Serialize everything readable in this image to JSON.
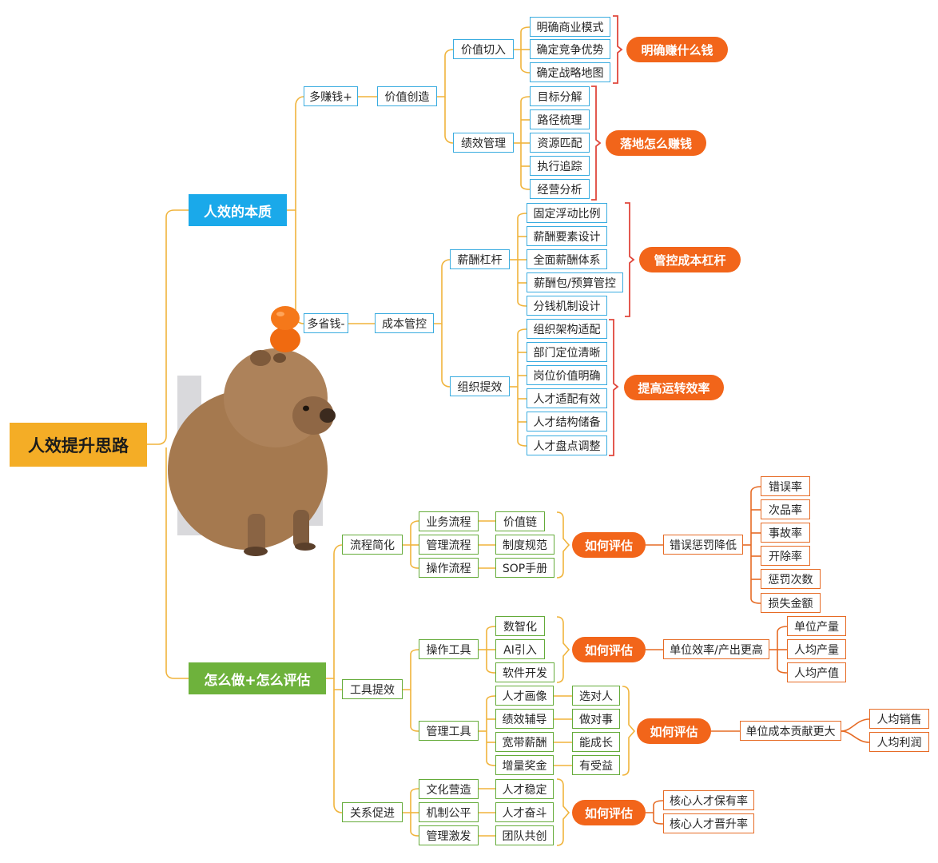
{
  "root": "人效提升思路",
  "branches": {
    "essence": "人效的本质",
    "how": "怎么做+怎么评估"
  },
  "essence": {
    "earn_more": "多赚钱+",
    "value_creation": "价值创造",
    "value_entry": "价值切入",
    "value_entry_items": [
      "明确商业模式",
      "确定竞争优势",
      "确定战略地图"
    ],
    "value_entry_result": "明确赚什么钱",
    "performance": "绩效管理",
    "performance_items": [
      "目标分解",
      "路径梳理",
      "资源匹配",
      "执行追踪",
      "经营分析"
    ],
    "performance_result": "落地怎么赚钱",
    "save_more": "多省钱-",
    "cost_control": "成本管控",
    "salary_lever": "薪酬杠杆",
    "salary_items": [
      "固定浮动比例",
      "薪酬要素设计",
      "全面薪酬体系",
      "薪酬包/预算管控",
      "分钱机制设计"
    ],
    "salary_result": "管控成本杠杆",
    "org_efficiency": "组织提效",
    "org_items": [
      "组织架构适配",
      "部门定位清晰",
      "岗位价值明确",
      "人才适配有效",
      "人才结构储备",
      "人才盘点调整"
    ],
    "org_result": "提高运转效率"
  },
  "how": {
    "eval_label": "如何评估",
    "process": {
      "label": "流程简化",
      "kinds": [
        "业务流程",
        "管理流程",
        "操作流程"
      ],
      "focus": [
        "价值链",
        "制度规范",
        "SOP手册"
      ],
      "metric": "错误惩罚降低",
      "metrics": [
        "错误率",
        "次品率",
        "事故率",
        "开除率",
        "惩罚次数",
        "损失金额"
      ]
    },
    "tools": {
      "label": "工具提效",
      "ops_tools": "操作工具",
      "ops_items": [
        "数智化",
        "AI引入",
        "软件开发"
      ],
      "ops_metric": "单位效率/产出更高",
      "ops_metrics": [
        "单位产量",
        "人均产量",
        "人均产值"
      ],
      "mgmt_tools": "管理工具",
      "mgmt_items": [
        "人才画像",
        "绩效辅导",
        "宽带薪酬",
        "增量奖金"
      ],
      "mgmt_effects": [
        "选对人",
        "做对事",
        "能成长",
        "有受益"
      ],
      "mgmt_metric": "单位成本贡献更大",
      "mgmt_metrics": [
        "人均销售",
        "人均利润"
      ]
    },
    "relation": {
      "label": "关系促进",
      "kinds": [
        "文化营造",
        "机制公平",
        "管理激发"
      ],
      "effects": [
        "人才稳定",
        "人才奋斗",
        "团队共创"
      ],
      "metrics": [
        "核心人才保有率",
        "核心人才晋升率"
      ]
    }
  },
  "colors": {
    "root": "#f4ad26",
    "essence": "#1aa9ea",
    "how": "#6eb23c",
    "pill": "#f2651a",
    "line": "#f0b43c",
    "bracket": "#e0473c"
  }
}
